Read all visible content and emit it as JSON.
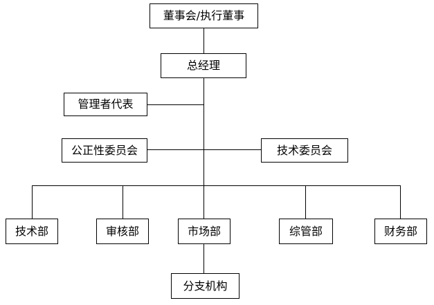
{
  "org": {
    "board": "董事会/执行董事",
    "general_manager": "总经理",
    "management_representative": "管理者代表",
    "impartiality_committee": "公正性委员会",
    "technical_committee": "技术委员会",
    "departments": [
      "技术部",
      "审核部",
      "市场部",
      "综管部",
      "财务部"
    ],
    "branch": "分支机构"
  },
  "colors": {
    "line": "#000000",
    "box_border": "#000000",
    "box_fill": "#ffffff",
    "text": "#000000",
    "background": "#ffffff"
  }
}
